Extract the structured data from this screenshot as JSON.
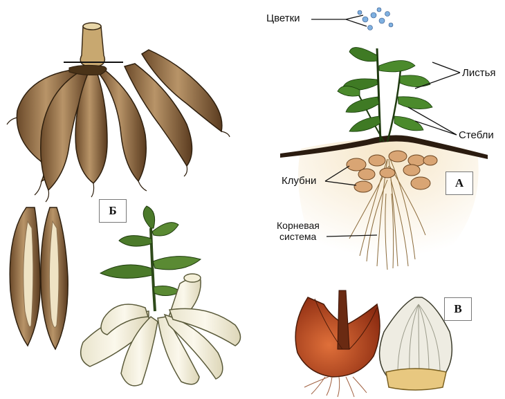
{
  "labels": {
    "flowers": "Цветки",
    "leaves": "Листья",
    "stems": "Стебли",
    "tubers": "Клубни",
    "root_system_line1": "Корневая",
    "root_system_line2": "система"
  },
  "panel_letters": {
    "a": "А",
    "b": "Б",
    "v": "В"
  }
}
